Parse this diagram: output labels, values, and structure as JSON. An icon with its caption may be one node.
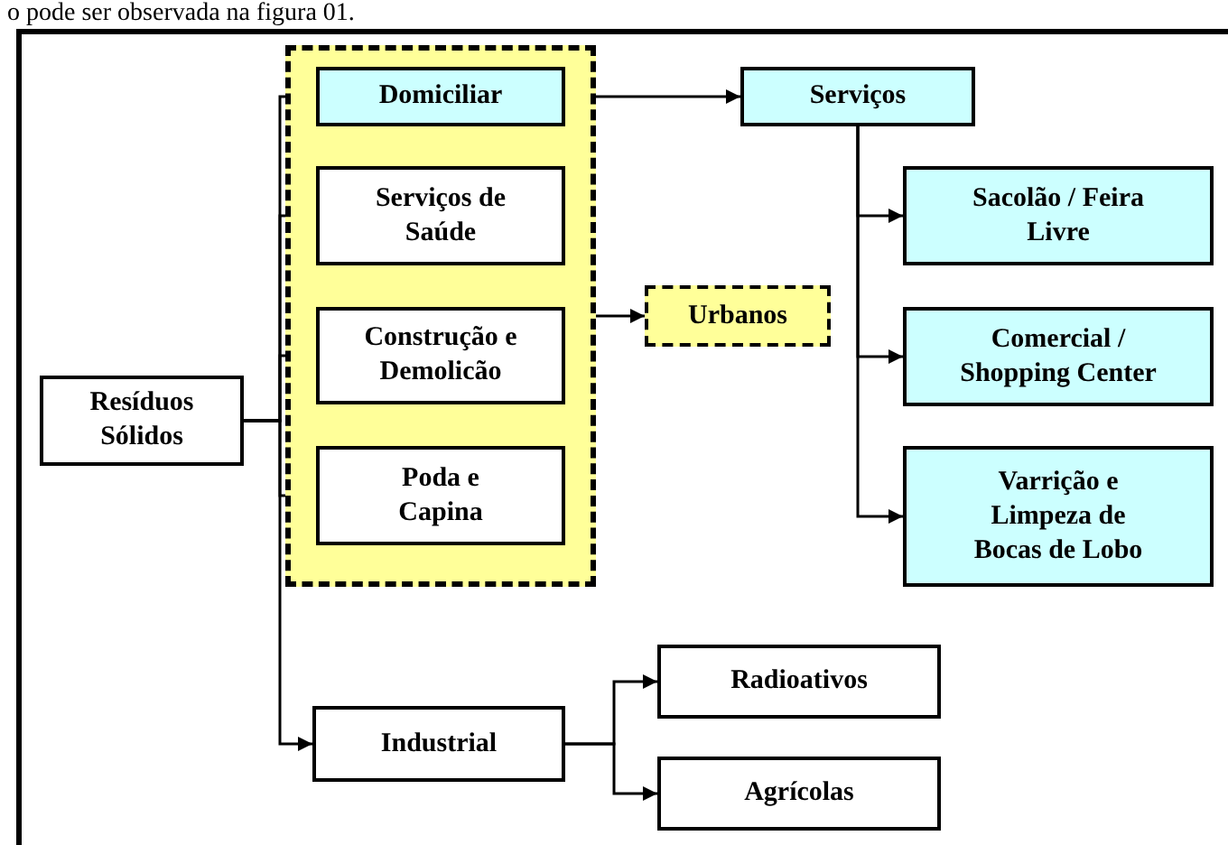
{
  "diagram": {
    "nodes": [
      {
        "text": [
          "Resíduos Sólidos"
        ]
      },
      {
        "text": [],
        "shape": "box"
      },
      {
        "text": [
          "Domiciliar"
        ],
        "in": 1
      },
      {
        "text": [
          "Serviços de Saúde"
        ],
        "in": 1
      },
      {
        "text": [
          "Construção e Demolicão"
        ],
        "in": 1
      },
      {
        "text": [
          "Poda e Capina"
        ],
        "in": 1
      },
      {
        "text": [
          "Urbanos"
        ]
      },
      {
        "text": [
          "Serviços"
        ]
      },
      {
        "text": [
          "Sacolão / Feira Livre"
        ]
      },
      {
        "text": [
          "Comercial / Shopping Center"
        ]
      },
      {
        "text": [
          "Varrição e Limpeza de Bocas de Lobo"
        ]
      },
      {
        "text": [
          "Industrial"
        ]
      },
      {
        "text": [
          "Radioativos"
        ]
      },
      {
        "text": [
          "Agrícolas"
        ]
      }
    ],
    "edges": [
      {
        "from": 0,
        "to": 2,
        "arrow": "to"
      },
      {
        "from": 0,
        "to": 3,
        "arrow": "to"
      },
      {
        "from": 0,
        "to": 4,
        "arrow": "to"
      },
      {
        "from": 0,
        "to": 5,
        "arrow": "to"
      },
      {
        "from": 0,
        "to": 11,
        "arrow": "to"
      },
      {
        "from": 2,
        "to": 7,
        "arrow": "to"
      },
      {
        "from": 1,
        "to": 6,
        "arrow": "to"
      },
      {
        "from": 7,
        "to": 8,
        "arrow": "to"
      },
      {
        "from": 7,
        "to": 9,
        "arrow": "to"
      },
      {
        "from": 7,
        "to": 10,
        "arrow": "to"
      },
      {
        "from": 11,
        "to": 12,
        "arrow": "to"
      },
      {
        "from": 11,
        "to": 13,
        "arrow": "to"
      }
    ],
    "labels": [
      "o pode ser observada na figura 01."
    ]
  }
}
